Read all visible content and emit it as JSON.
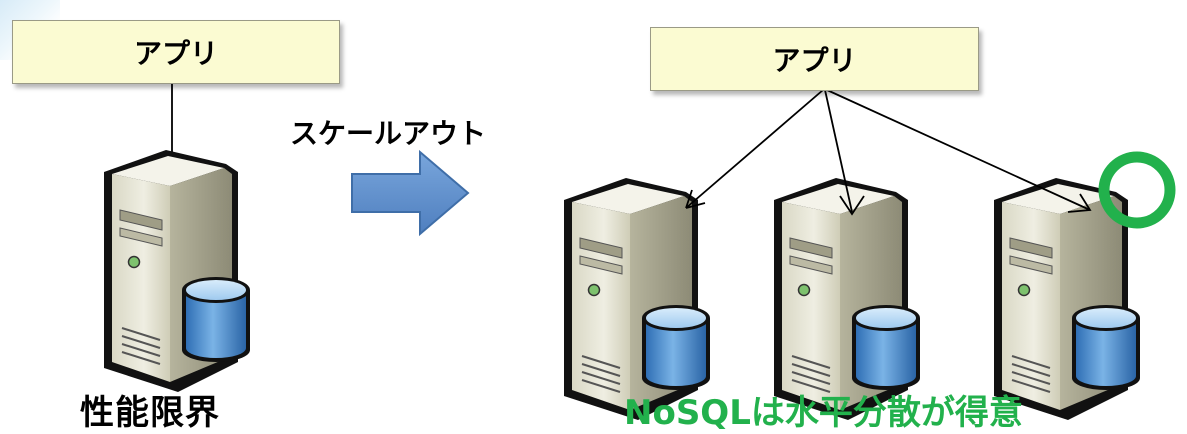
{
  "left": {
    "app_label": "アプリ",
    "caption": "性能限界"
  },
  "arrow": {
    "label": "スケールアウト",
    "color": "#5b8cc8"
  },
  "right": {
    "app_label": "アプリ",
    "caption": "NoSQLは水平分散が得意",
    "caption_color": "#22b14c",
    "mark": "○",
    "mark_color": "#22b14c"
  },
  "server_icon": "server-with-database-icon"
}
